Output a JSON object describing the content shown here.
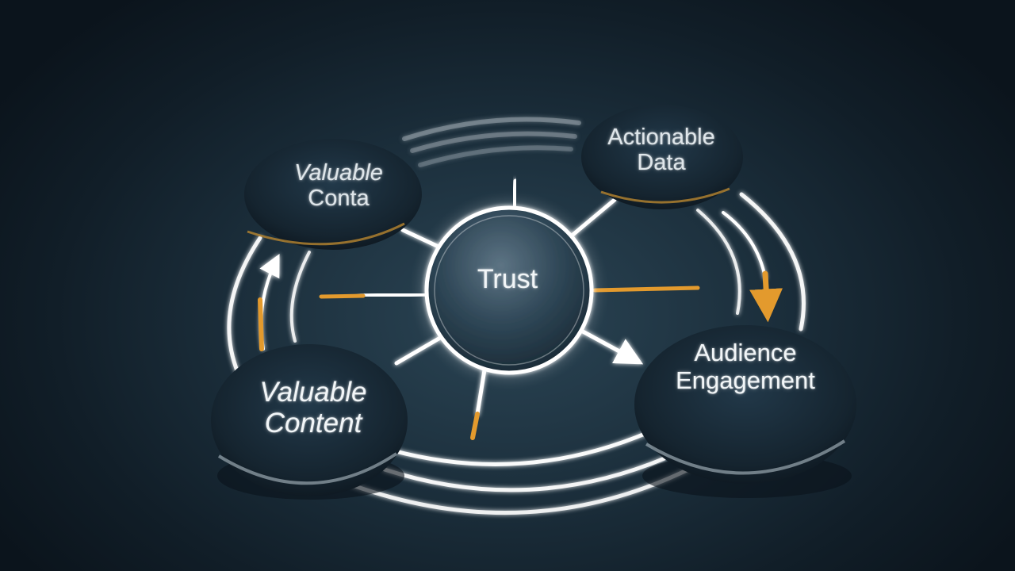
{
  "center": {
    "label": "Trust"
  },
  "nodes": {
    "valuable_content_back": {
      "line1": "Valuable",
      "line2": "Conta"
    },
    "actionable_data": {
      "line1": "Actionable",
      "line2": "Data"
    },
    "valuable_content_front": {
      "line1": "Valuable",
      "line2": "Content"
    },
    "audience_engagement": {
      "line1": "Audience",
      "line2": "Engagement"
    }
  },
  "colors": {
    "accent": "#e39a2d",
    "glow": "#ffffff",
    "node_fill": "#1a2b38",
    "background": "#14232e"
  }
}
